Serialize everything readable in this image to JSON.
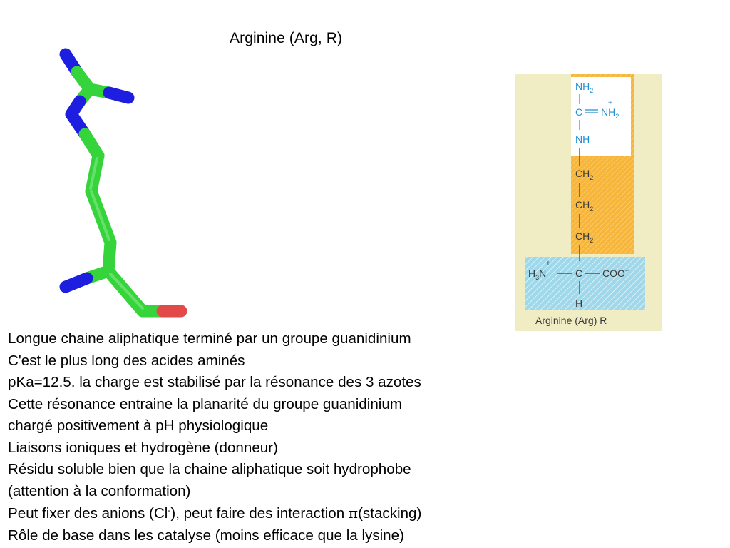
{
  "title": "Arginine (Arg, R)",
  "structure": {
    "guanidino": {
      "nh2_top": "NH",
      "sub2": "2",
      "c": "C",
      "nh2_plus": "NH",
      "nh": "NH",
      "plus": "+"
    },
    "chain": {
      "ch2": "CH",
      "sub2": "2"
    },
    "backbone": {
      "h3": "H",
      "sub3": "3",
      "n": "N",
      "plus": "+",
      "c": "C",
      "coo": "COO",
      "minus": "−",
      "h": "H"
    },
    "caption": "Arginine (Arg) R"
  },
  "colors": {
    "carbon": "#35d43a",
    "nitrogen": "#1e1ee0",
    "oxygen": "#e24a4a",
    "label_blue": "#1f8fd6",
    "sidechain_orange": "#f6b93c",
    "backbone_blue": "#8fd1e8"
  },
  "bullets": [
    "Longue chaine aliphatique terminé par un groupe guanidinium",
    "C'est le plus long des acides aminés",
    "pKa=12.5. la charge est stabilisé par la résonance des 3 azotes",
    "Cette résonance entraine la planarité du groupe guanidinium",
    "chargé positivement à pH physiologique",
    "Liaisons ioniques et hydrogène (donneur)",
    "Résidu soluble bien que la chaine aliphatique soit hydrophobe",
    "(attention à la conformation)"
  ],
  "anion_line": {
    "before": "Peut fixer des anions (Cl",
    "sup": "-",
    "middle": "), peut faire des interaction ",
    "pi": "π",
    "after": "(stacking)"
  },
  "last_line": "Rôle de base dans les catalyse (moins efficace que la lysine)"
}
